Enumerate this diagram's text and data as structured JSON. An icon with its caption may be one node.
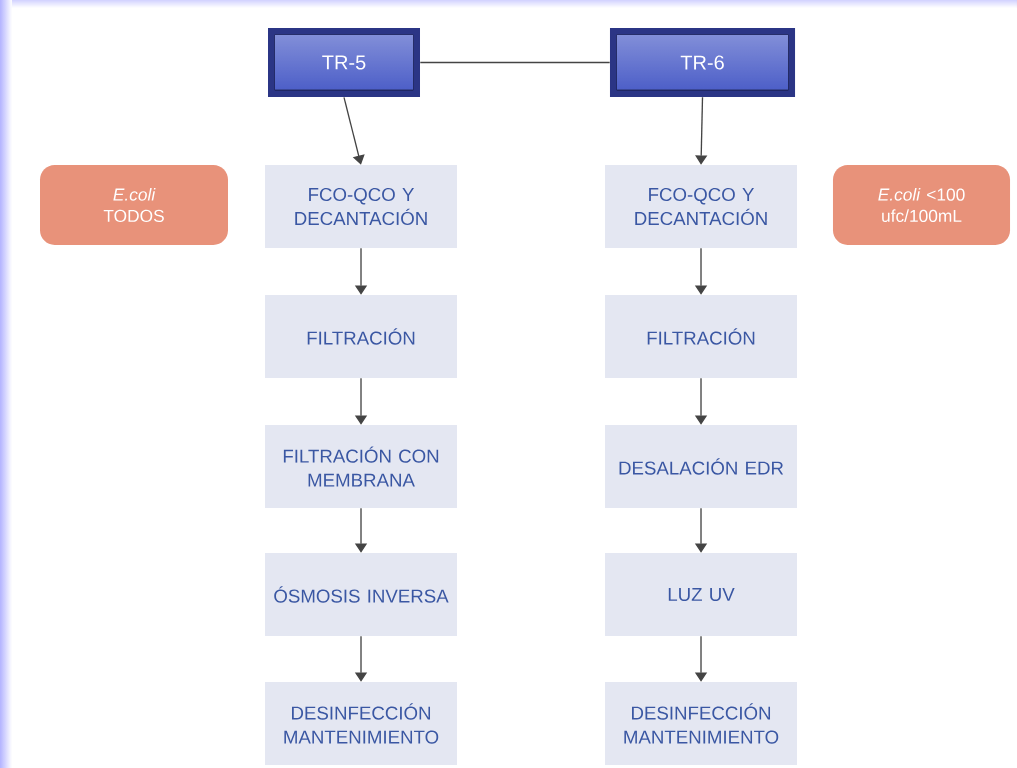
{
  "diagram": {
    "nodes": [
      {
        "text": [
          "TR-5"
        ]
      },
      {
        "text": [
          "TR-6"
        ]
      },
      {
        "text": [
          "*E.coli* TODOS"
        ]
      },
      {
        "text": [
          "FCO-QCO Y DECANTACIÓN"
        ]
      },
      {
        "text": [
          "FILTRACIÓN"
        ]
      },
      {
        "text": [
          "FILTRACIÓN CON MEMBRANA"
        ]
      },
      {
        "text": [
          "ÓSMOSIS INVERSA"
        ]
      },
      {
        "text": [
          "DESINFECCIÓN MANTENIMIENTO"
        ]
      },
      {
        "text": [
          "FCO-QCO Y DECANTACIÓN"
        ]
      },
      {
        "text": [
          "FILTRACIÓN"
        ]
      },
      {
        "text": [
          "DESALACIÓN EDR"
        ]
      },
      {
        "text": [
          "LUZ UV"
        ]
      },
      {
        "text": [
          "DESINFECCIÓN MANTENIMIENTO"
        ]
      },
      {
        "text": [
          "*E.coli* <100 ufc/100mL"
        ]
      }
    ],
    "edges": [
      {
        "from": 0,
        "to": 1,
        "arrow": "none"
      },
      {
        "from": 0,
        "to": 3,
        "arrow": "to"
      },
      {
        "from": 3,
        "to": 4,
        "arrow": "to"
      },
      {
        "from": 4,
        "to": 5,
        "arrow": "to"
      },
      {
        "from": 5,
        "to": 6,
        "arrow": "to"
      },
      {
        "from": 6,
        "to": 7,
        "arrow": "to"
      },
      {
        "from": 1,
        "to": 8,
        "arrow": "to"
      },
      {
        "from": 8,
        "to": 9,
        "arrow": "to"
      },
      {
        "from": 9,
        "to": 10,
        "arrow": "to"
      },
      {
        "from": 10,
        "to": 11,
        "arrow": "to"
      },
      {
        "from": 11,
        "to": 12,
        "arrow": "to"
      }
    ]
  }
}
